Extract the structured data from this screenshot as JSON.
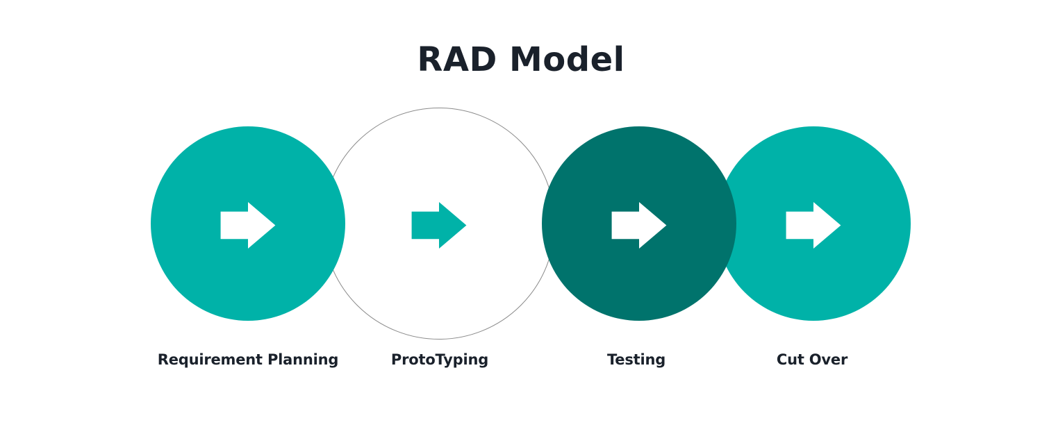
{
  "title": "RAD Model",
  "colors": {
    "background": "#FFFFFF",
    "teal": "#00B2A8",
    "dark_teal": "#00736C",
    "white": "#FFFFFF",
    "circle_outline": "#8A8A8A",
    "text": "#1A212B"
  },
  "stages": [
    {
      "label": "Requirement Planning",
      "circle_fill": "#00B2A8",
      "arrow_icon": "arrow-right-icon",
      "arrow_color": "#FFFFFF"
    },
    {
      "label": "ProtoTyping",
      "circle_fill": "#FFFFFF",
      "arrow_icon": "arrow-right-icon",
      "arrow_color": "#00B2A8"
    },
    {
      "label": "Testing",
      "circle_fill": "#00736C",
      "arrow_icon": "arrow-right-icon",
      "arrow_color": "#FFFFFF"
    },
    {
      "label": "Cut Over",
      "circle_fill": "#00B2A8",
      "arrow_icon": "arrow-right-icon",
      "arrow_color": "#FFFFFF"
    }
  ]
}
